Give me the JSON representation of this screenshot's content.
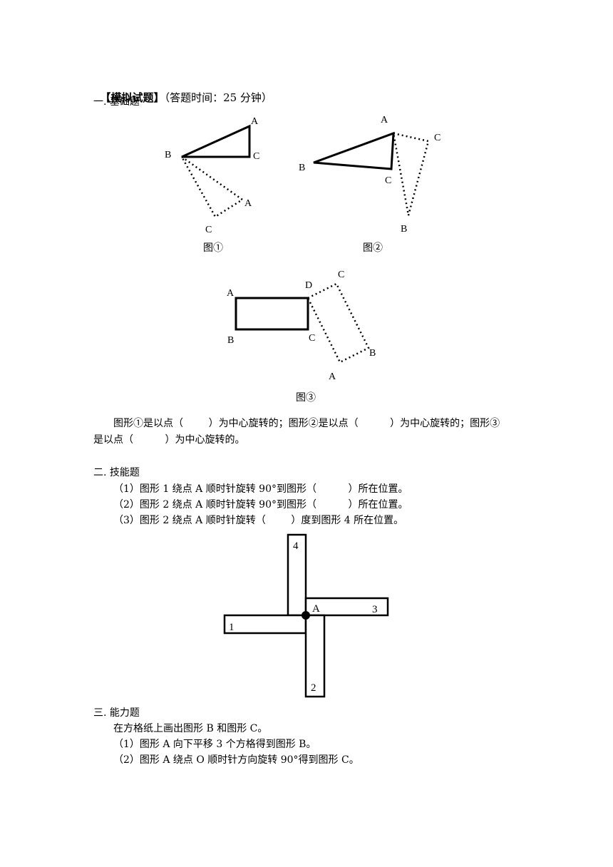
{
  "header": {
    "title": "【模拟试题】",
    "time_note": "（答题时间：25 分钟）"
  },
  "section1": {
    "heading": "一. 基础题",
    "fig1": {
      "caption": "图①",
      "labels": {
        "a_top": "A",
        "b": "B",
        "c_right": "C",
        "a_rot": "A",
        "c_rot": "C"
      }
    },
    "fig2": {
      "caption": "图②",
      "labels": {
        "a": "A",
        "c_rot": "C",
        "b": "B",
        "c": "C",
        "b_rot": "B"
      }
    },
    "fig3": {
      "caption": "图③",
      "labels": {
        "a": "A",
        "d": "D",
        "c_rot": "C",
        "b": "B",
        "c": "C",
        "b_rot": "B",
        "a_rot": "A"
      }
    },
    "question_line1": "图形①是以点（        ）为中心旋转的；图形②是以点（          ）为中心旋转的；图形③",
    "question_line2": "是以点（          ）为中心旋转的。"
  },
  "section2": {
    "heading": "二. 技能题",
    "q1": "（1）图形 1 绕点 A 顺时针旋转 90°到图形（          ）所在位置。",
    "q2": "（2）图形 2 绕点 A 顺时针旋转 90°到图形（          ）所在位置。",
    "q3": "（3）图形 2 绕点 A 顺时针旋转（        ）度到图形 4 所在位置。",
    "figure_labels": {
      "n4": "4",
      "n3": "3",
      "n1": "1",
      "n2": "2",
      "center": "A"
    }
  },
  "section3": {
    "heading": "三. 能力题",
    "intro": "在方格纸上画出图形 B 和图形 C。",
    "q1": "（1）图形 A 向下平移 3 个方格得到图形 B。",
    "q2": "（2）图形 A 绕点 O 顺时针方向旋转 90°得到图形 C。"
  }
}
